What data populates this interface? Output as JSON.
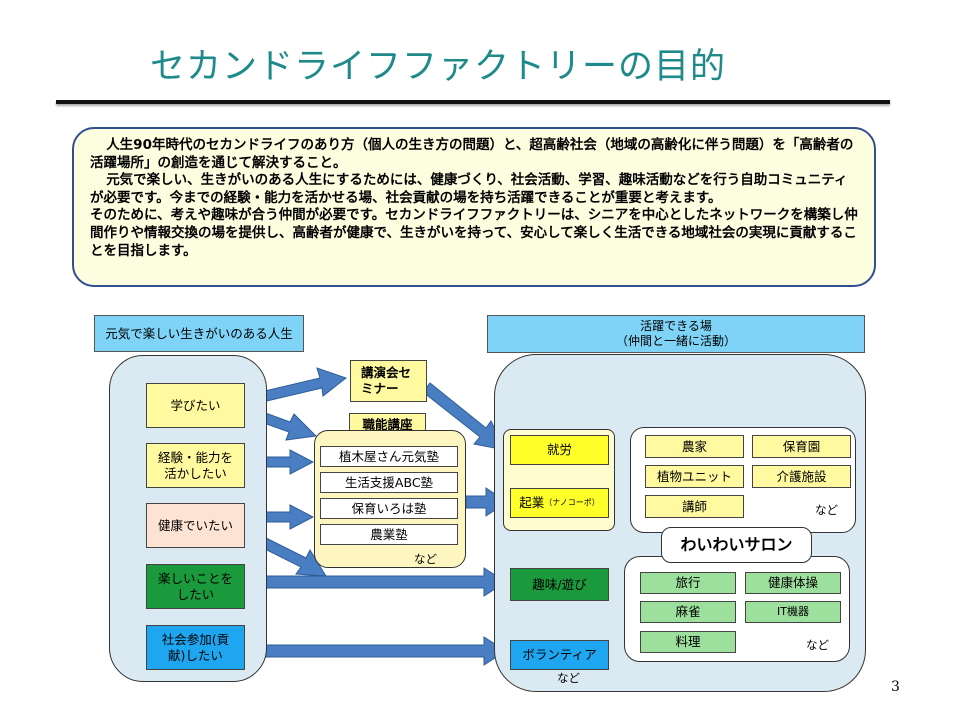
{
  "slide": {
    "title": "セカンドライフファクトリーの目的",
    "page_number": "3"
  },
  "intro": {
    "paragraphs": [
      "人生90年時代のセカンドライフのあり方（個人の生き方の問題）と、超高齢社会（地域の高齢化に伴う問題）を「高齢者の活躍場所」の創造を通じて解決すること。",
      "元気で楽しい、生きがいのある人生にするためには、健康づくり、社会活動、学習、趣味活動などを行う自助コミュニティが必要です。今までの経験・能力を活かせる場、社会貢献の場を持ち活躍できることが重要と考えます。",
      "そのために、考えや趣味が合う仲間が必要です。セカンドライフファクトリーは、シニアを中心としたネットワークを構築し仲間作りや情報交換の場を提供し、高齢者が健康で、生きがいを持って、安心して楽しく生活できる地域社会の実現に貢献することを目指します。"
    ]
  },
  "left": {
    "header": "元気で楽しい生きがいのある人生",
    "wishes": [
      "学びたい",
      "経験・能力を活かしたい",
      "健康でいたい",
      "楽しいことをしたい",
      "社会参加(貢献)したい"
    ]
  },
  "middle": {
    "seminar": "講演会セミナー",
    "vocational_label": "職能講座",
    "vocational_items": [
      "植木屋さん元気塾",
      "生活支援ABC塾",
      "保育いろは塾",
      "農業塾"
    ],
    "etc": "など"
  },
  "right": {
    "header_line1": "活躍できる場",
    "header_line2": "（仲間と一緒に活動）",
    "work": "就労",
    "startup": "起業",
    "startup_sub": "（ナノコーポ）",
    "hobby": "趣味/遊び",
    "volunteer": "ボランティア",
    "volunteer_etc": "など",
    "work_places": [
      "農家",
      "保育園",
      "植物ユニット",
      "介護施設",
      "講師"
    ],
    "work_etc": "など",
    "salon_title": "わいわいサロン",
    "salon_items": [
      "旅行",
      "健康体操",
      "麻雀",
      "IT機器",
      "料理"
    ],
    "salon_etc": "など"
  },
  "colors": {
    "title": "#1e8a8a",
    "arrow": "#4a7ec2",
    "panel": "#dbe9f3",
    "header": "#7fd3f7"
  }
}
